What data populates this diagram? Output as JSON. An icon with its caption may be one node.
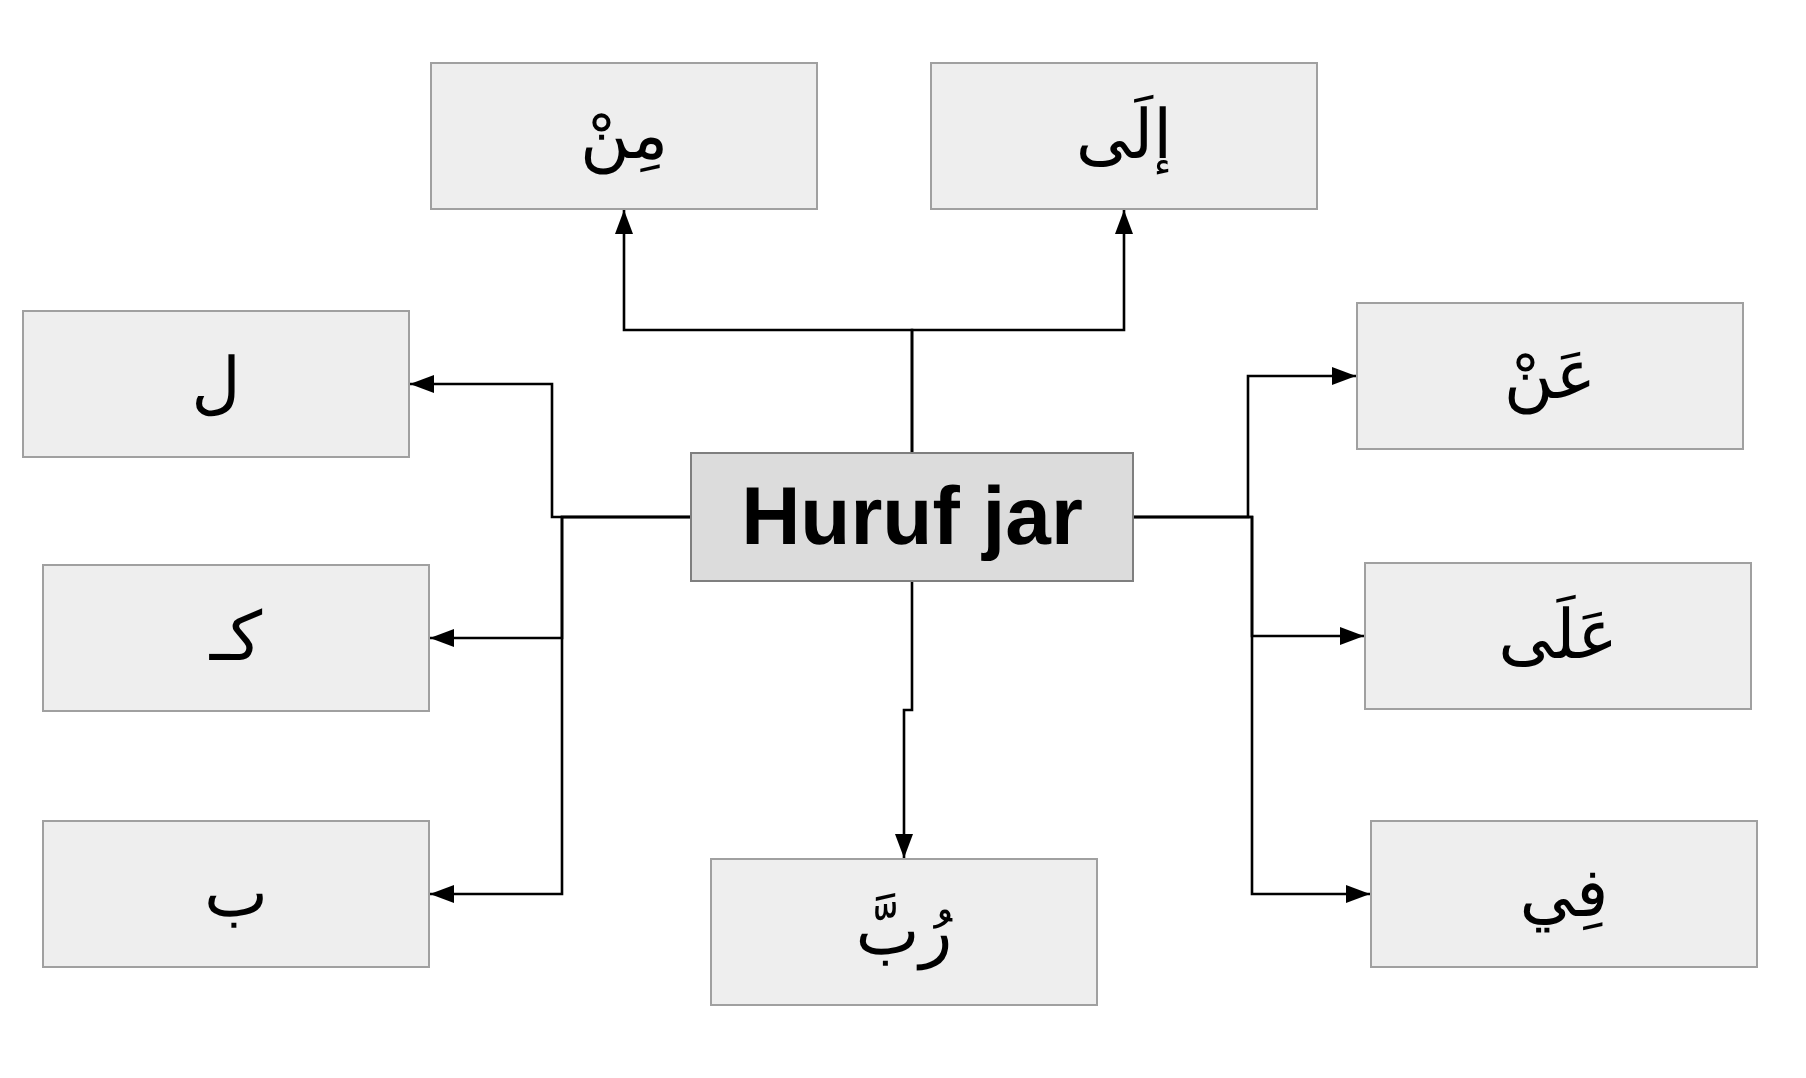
{
  "diagram": {
    "nodes": [
      {
        "text": [
          "Huruf jar"
        ]
      },
      {
        "text": [
          "مِنْ"
        ]
      },
      {
        "text": [
          "إلَى"
        ]
      },
      {
        "text": [
          "ل"
        ]
      },
      {
        "text": [
          "كـ"
        ]
      },
      {
        "text": [
          "ب"
        ]
      },
      {
        "text": [
          "عَنْ"
        ]
      },
      {
        "text": [
          "عَلَى"
        ]
      },
      {
        "text": [
          "فِي"
        ]
      },
      {
        "text": [
          "رُبَّ"
        ]
      }
    ],
    "edges": [
      {
        "from": 0,
        "to": 1,
        "arrow": "to"
      },
      {
        "from": 0,
        "to": 2,
        "arrow": "to"
      },
      {
        "from": 0,
        "to": 3,
        "arrow": "to"
      },
      {
        "from": 0,
        "to": 4,
        "arrow": "to"
      },
      {
        "from": 0,
        "to": 5,
        "arrow": "to"
      },
      {
        "from": 0,
        "to": 6,
        "arrow": "to"
      },
      {
        "from": 0,
        "to": 7,
        "arrow": "to"
      },
      {
        "from": 0,
        "to": 8,
        "arrow": "to"
      },
      {
        "from": 0,
        "to": 9,
        "arrow": "to"
      }
    ]
  }
}
